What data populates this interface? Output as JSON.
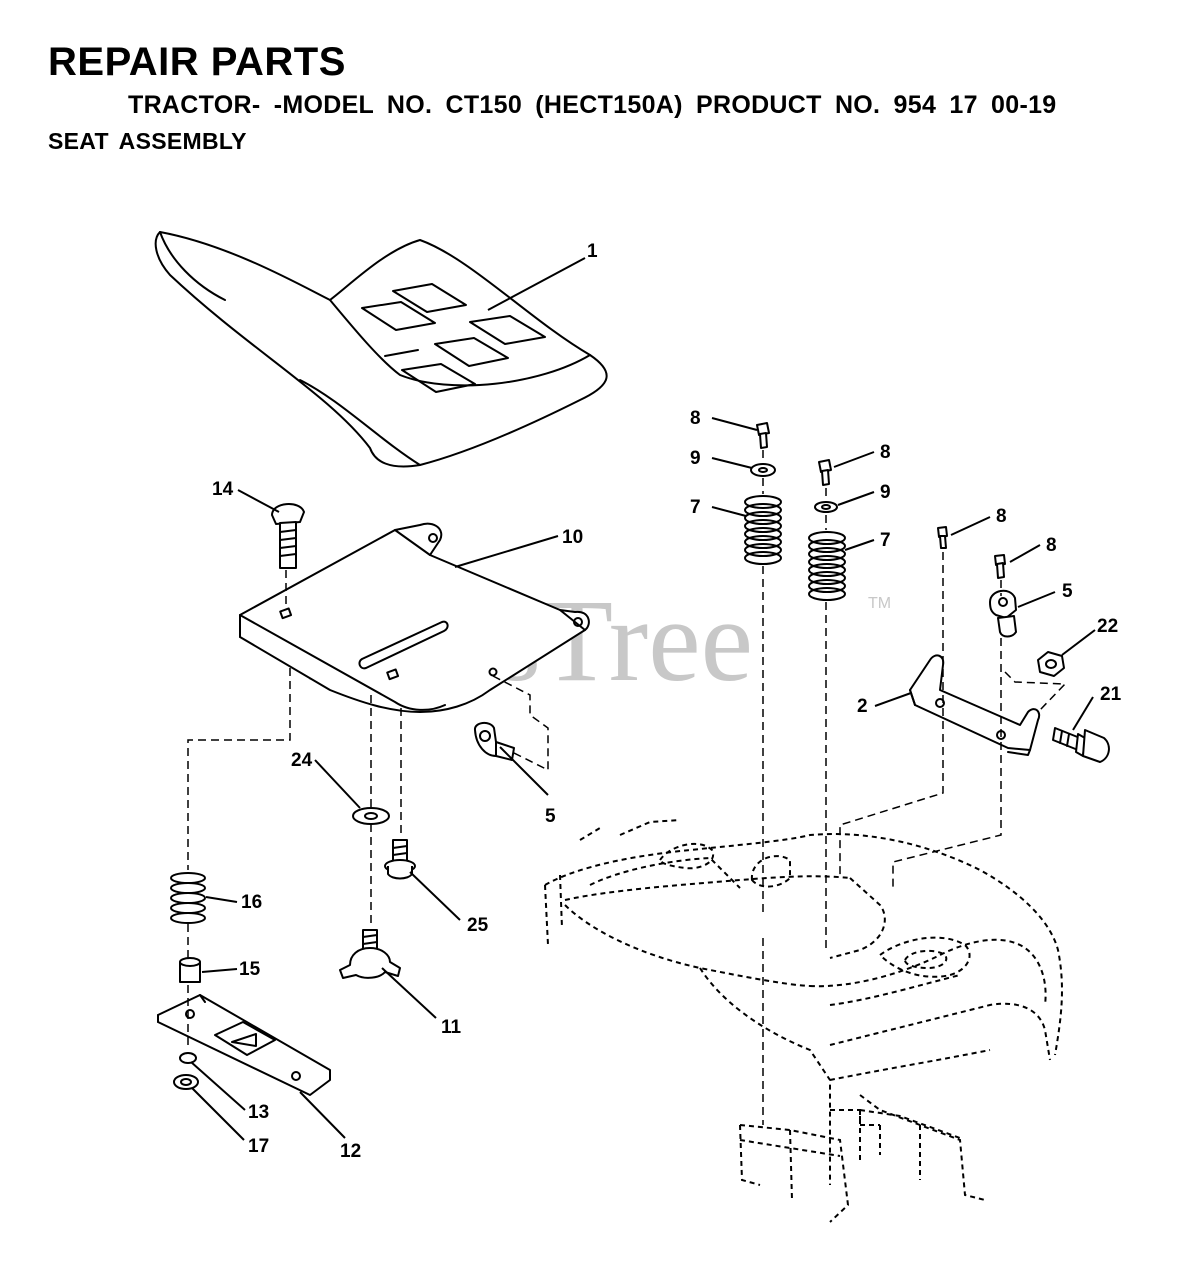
{
  "header": {
    "title": "REPAIR PARTS",
    "subtitle": "TRACTOR- -MODEL NO. CT150 (HECT150A) PRODUCT NO. 954 17 00-19",
    "section": "SEAT ASSEMBLY"
  },
  "watermark": {
    "text": "PartsTree",
    "trademark": "TM"
  },
  "callouts": {
    "seat": "1",
    "bracket": "2",
    "bolt_14": "14",
    "seat_pan": "10",
    "clip_lower": "5",
    "washer_24": "24",
    "bolt_25": "25",
    "knob_11": "11",
    "spring_16": "16",
    "spacer_15": "15",
    "slide_plate_12": "12",
    "nut_13": "13",
    "nut_17": "17",
    "screw_8_a": "8",
    "washer_9_a": "9",
    "spring_7_a": "7",
    "screw_8_b": "8",
    "washer_9_b": "9",
    "spring_7_b": "7",
    "screw_8_c": "8",
    "screw_8_d": "8",
    "clip_upper": "5",
    "nut_22": "22",
    "bolt_21": "21"
  }
}
